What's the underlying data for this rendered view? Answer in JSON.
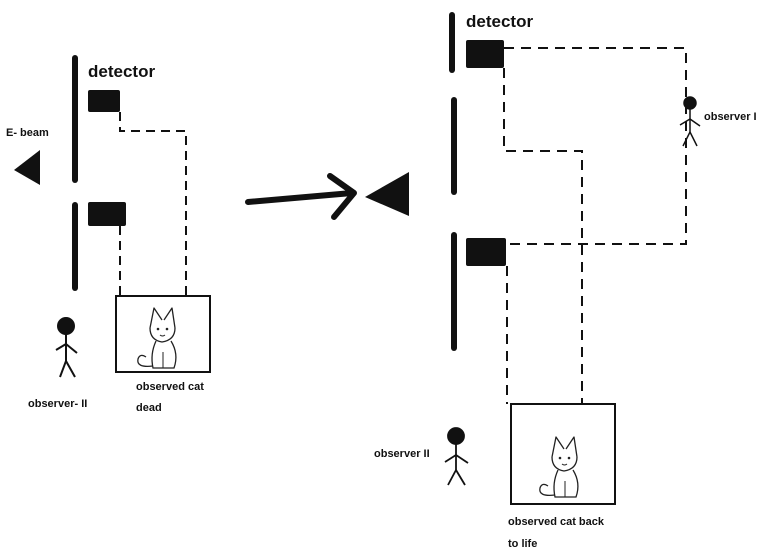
{
  "left": {
    "detector_label": "detector",
    "beam_label": "E- beam",
    "observer_label": "observer- II",
    "cat_caption_line1": "observed cat",
    "cat_caption_line2": "dead"
  },
  "right": {
    "detector_label": "detector",
    "observer1_label": "observer I",
    "observer2_label": "observer II",
    "cat_caption_line1": "observed cat back",
    "cat_caption_line2": "to life"
  }
}
